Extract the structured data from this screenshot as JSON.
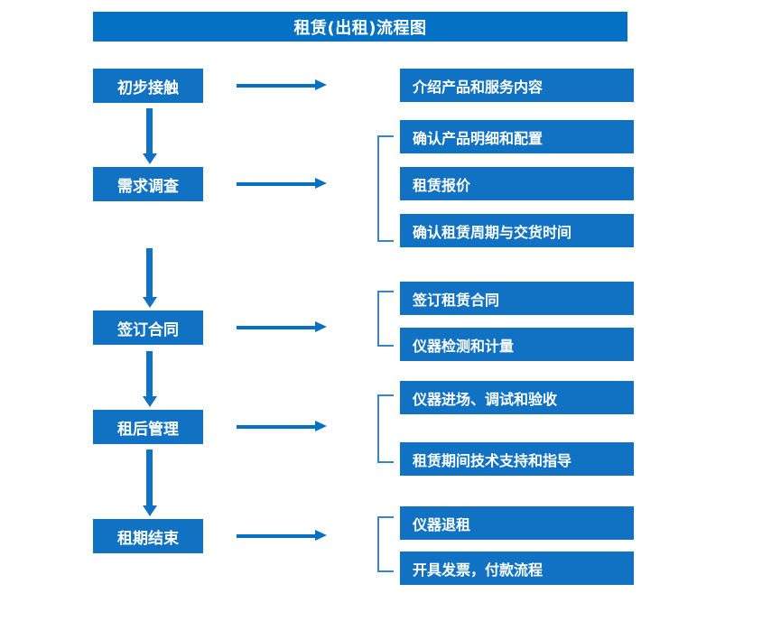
{
  "title": "租赁(出租)流程图",
  "colors": {
    "title_bar": "#0571c4",
    "node_fill": "#1172c4",
    "node_text": "#ffffff",
    "arrow": "#0571c4",
    "bracket": "#3b83c4",
    "background": "#ffffff"
  },
  "stages": [
    {
      "label": "初步接触"
    },
    {
      "label": "需求调查"
    },
    {
      "label": "签订合同"
    },
    {
      "label": "租后管理"
    },
    {
      "label": "租期结束"
    }
  ],
  "groups": [
    {
      "stage": "初步接触",
      "bracketed": false,
      "tasks": [
        {
          "label": "介绍产品和服务内容"
        }
      ]
    },
    {
      "stage": "需求调查",
      "bracketed": true,
      "tasks": [
        {
          "label": "确认产品明细和配置"
        },
        {
          "label": "租赁报价"
        },
        {
          "label": "确认租赁周期与交货时间"
        }
      ]
    },
    {
      "stage": "签订合同",
      "bracketed": true,
      "tasks": [
        {
          "label": "签订租赁合同"
        },
        {
          "label": "仪器检测和计量"
        }
      ]
    },
    {
      "stage": "租后管理",
      "bracketed": true,
      "tasks": [
        {
          "label": "仪器进场、调试和验收"
        },
        {
          "label": "租赁期间技术支持和指导"
        }
      ]
    },
    {
      "stage": "租期结束",
      "bracketed": true,
      "tasks": [
        {
          "label": "仪器退租"
        },
        {
          "label": "开具发票，付款流程"
        }
      ]
    }
  ]
}
